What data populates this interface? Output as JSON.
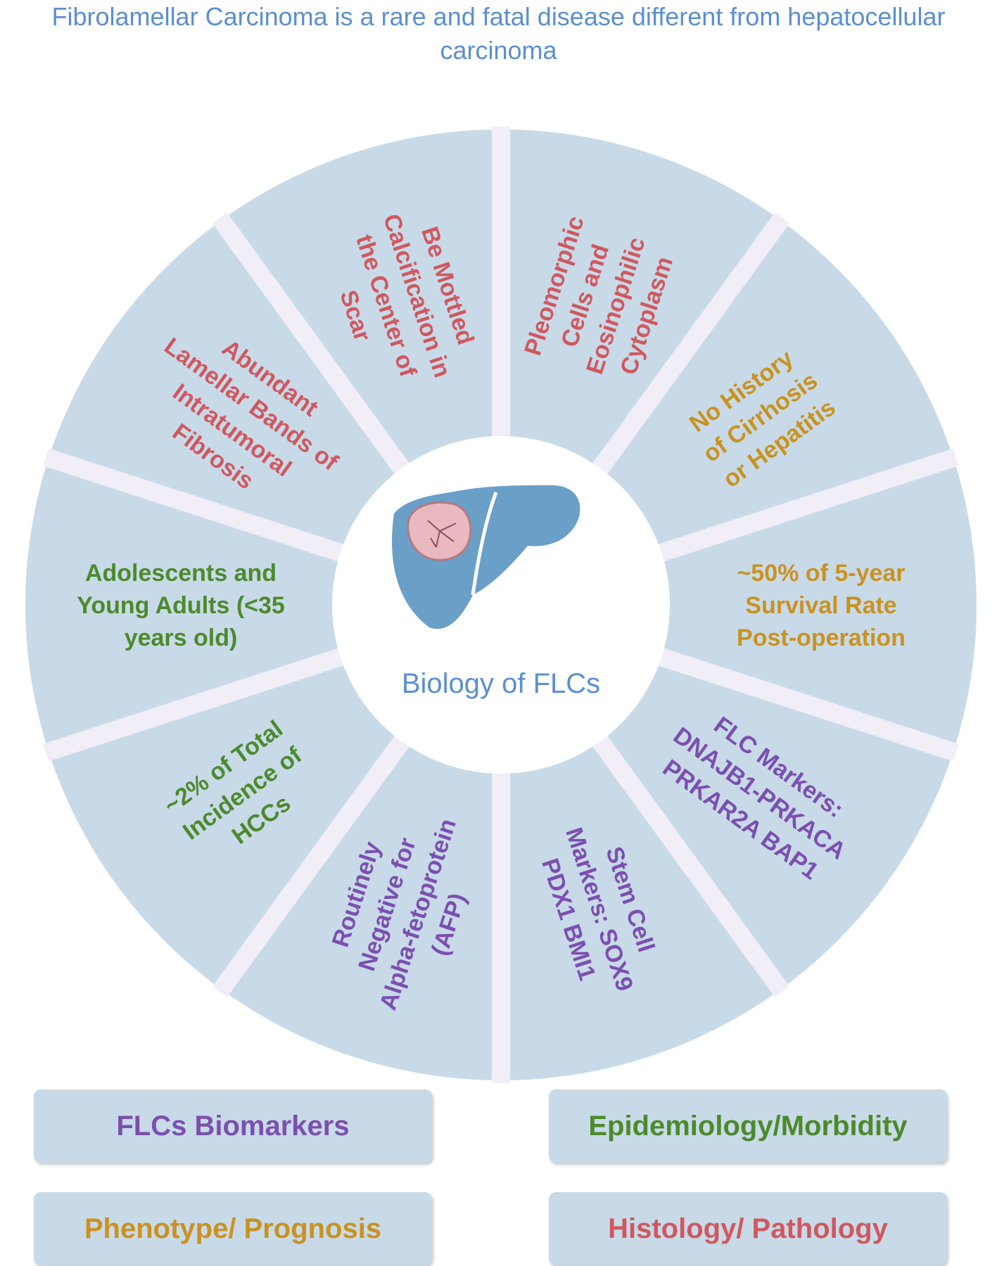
{
  "title": "Fibrolamellar Carcinoma is a rare and fatal disease different from hepatocellular carcinoma",
  "center_label": "Biology of FLCs",
  "colors": {
    "title": "#5b8fcf",
    "segment_fill": "#c8dae8",
    "divider": "#f1eef8",
    "liver": "#6a9fc8",
    "tumor": "#e9b9bf",
    "histology": "#d0585f",
    "phenotype": "#c99220",
    "biomarkers": "#7b4fb0",
    "epidemiology": "#4c8a2c"
  },
  "segments": [
    {
      "lines": [
        "Pleomorphic",
        "Cells and",
        "Eosinophilic",
        "Cytoplasm"
      ],
      "category": "histology"
    },
    {
      "lines": [
        "No History",
        "of Cirrhosis",
        "or Hepatitis"
      ],
      "category": "phenotype"
    },
    {
      "lines": [
        "~50% of 5-year",
        "Survival Rate",
        "Post-operation"
      ],
      "category": "phenotype"
    },
    {
      "lines": [
        "FLC Markers:",
        "DNAJB1-PRKACA",
        "PRKAR2A BAP1"
      ],
      "category": "biomarkers"
    },
    {
      "lines": [
        "Stem Cell",
        "Markers: SOX9",
        "PDX1 BMI1"
      ],
      "category": "biomarkers"
    },
    {
      "lines": [
        "Routinely",
        "Negative for",
        "Alpha-fetoprotein",
        "(AFP)"
      ],
      "category": "biomarkers"
    },
    {
      "lines": [
        "~2% of Total",
        "Incidence of",
        "HCCs"
      ],
      "category": "epidemiology"
    },
    {
      "lines": [
        "Adolescents and",
        "Young Adults (<35",
        "years old)"
      ],
      "category": "epidemiology"
    },
    {
      "lines": [
        "Abundant",
        "Lamellar Bands of",
        "Intratumoral",
        "Fibrosis"
      ],
      "category": "histology"
    },
    {
      "lines": [
        "Be Mottled",
        "Calcification in",
        "the Center of",
        "Scar"
      ],
      "category": "histology"
    }
  ],
  "legend": [
    {
      "key": "biomarkers",
      "label": "FLCs Biomarkers"
    },
    {
      "key": "epidemiology",
      "label": "Epidemiology/Morbidity"
    },
    {
      "key": "phenotype",
      "label": "Phenotype/ Prognosis"
    },
    {
      "key": "histology",
      "label": "Histology/ Pathology"
    }
  ]
}
